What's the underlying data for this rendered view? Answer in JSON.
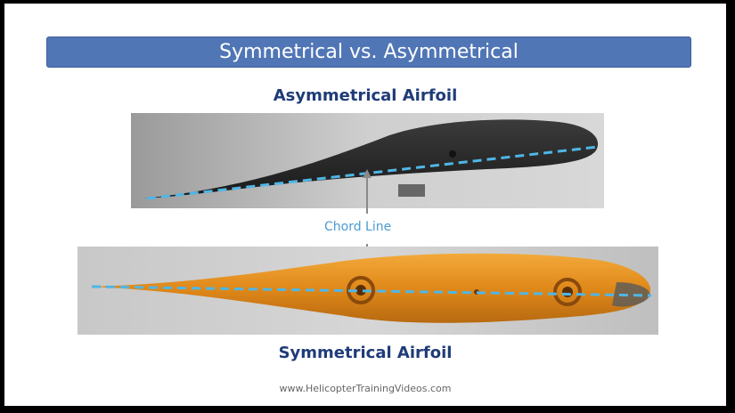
{
  "title": "Symmetrical vs. Asymmetrical",
  "top_heading": "Asymmetrical Airfoil",
  "bottom_heading": "Symmetrical Airfoil",
  "chord_label": "Chord Line",
  "footer": "www.HelicopterTrainingVideos.com",
  "colors": {
    "title_bar": "#5176b6",
    "heading_text": "#1f3b78",
    "chord_line": "#4fb6e6",
    "asymmetric_airfoil": "#2a2a2a",
    "symmetric_airfoil": "#e28f1c"
  }
}
